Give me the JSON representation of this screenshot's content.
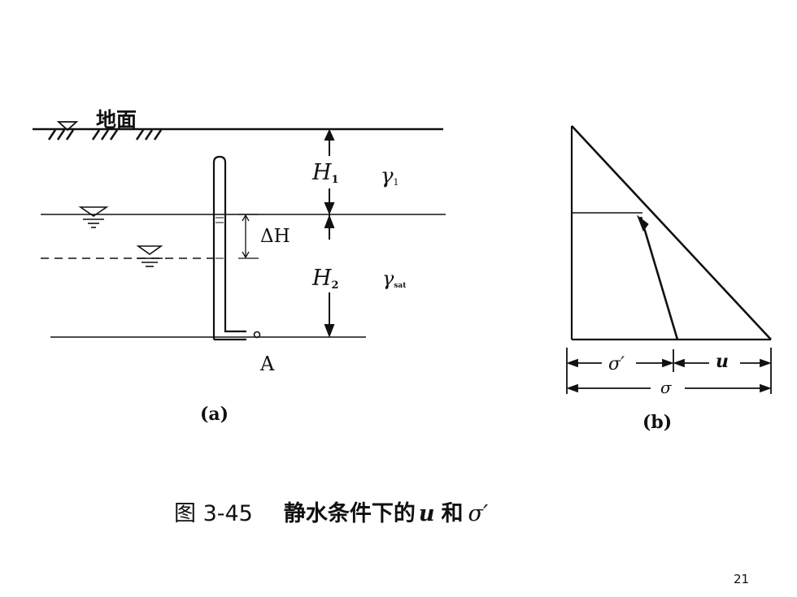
{
  "diagram_a": {
    "ground_label": "地面",
    "h1_label": "H",
    "h1_sub": "1",
    "gamma1_label": "γ",
    "gamma1_sub": "1",
    "h2_label": "H",
    "h2_sub": "2",
    "gamma_sat_label": "γ",
    "gamma_sat_sub": "sat",
    "delta_h_label": "ΔH",
    "point_label": "A",
    "caption": "(a)"
  },
  "diagram_b": {
    "sigma_eff_label": "σ′",
    "u_label": "u",
    "sigma_label": "σ",
    "caption": "(b)"
  },
  "figure": {
    "number": "图 3-45",
    "title_prefix": "静水条件下的",
    "u": "u",
    "and": "和",
    "sigma_eff": "σ′"
  },
  "page_number": "21",
  "colors": {
    "ink": "#111111",
    "background": "#ffffff"
  }
}
